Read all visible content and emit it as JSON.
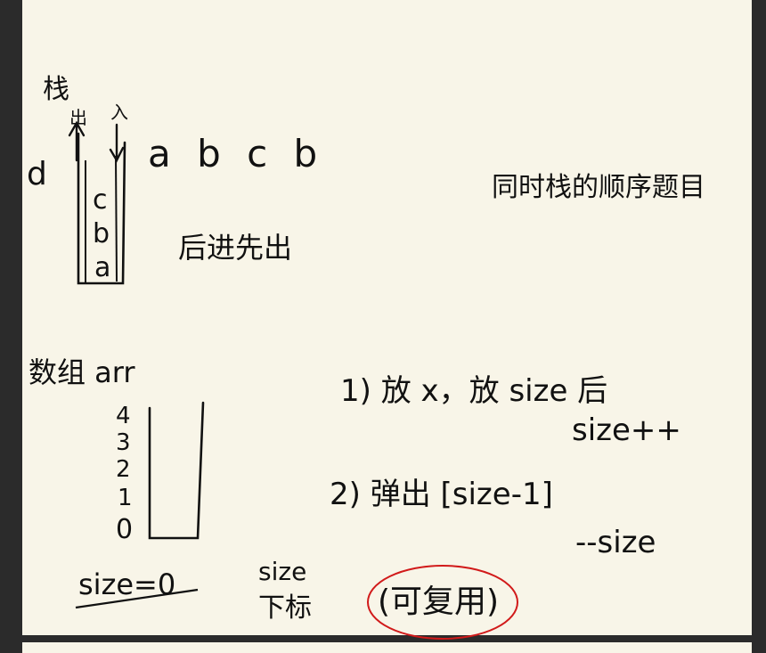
{
  "note": {
    "stack_title": "栈",
    "push_label": "入",
    "pop_label": "出",
    "out_d": "d",
    "incoming_sequence": "a b c b",
    "stack_items": [
      "c",
      "b",
      "a"
    ],
    "stack_rule": "后进先出",
    "stack_right_note": "同时栈的顺序题目",
    "array_title": "数组 arr",
    "array_indices": [
      "4",
      "3",
      "2",
      "1",
      "0"
    ],
    "size_init": "size=0",
    "size_word": "size",
    "size_under": "下标",
    "step1_line1": "1) 放 x，放 size 后",
    "step1_line2": "size++",
    "step2_line1": "2) 弹出 [size-1]",
    "step2_line2": "--size",
    "reusable_note": "(可复用)",
    "accent_color": "#d11a1a"
  }
}
